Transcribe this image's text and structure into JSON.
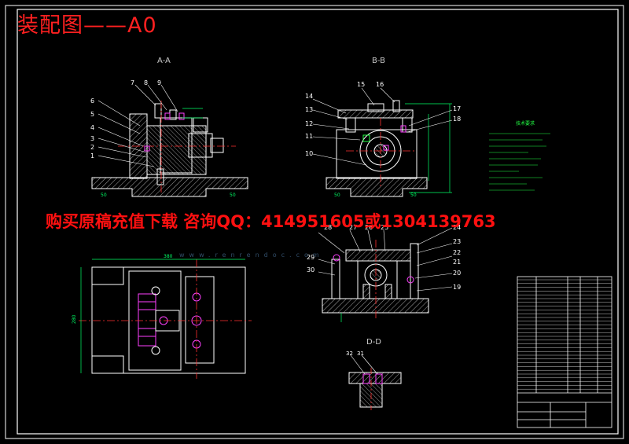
{
  "title": "装配图——A0",
  "ad_text": "购买原稿充值下载 咨询QQ：414951605或1304139763",
  "watermark_text": "www.renrendoc.com",
  "views": {
    "aa": "A-A",
    "bb": "B-B",
    "dd": "D-D"
  },
  "balloons": {
    "aa": [
      "1",
      "2",
      "3",
      "4",
      "5",
      "6",
      "7",
      "8",
      "9"
    ],
    "bb": [
      "10",
      "11",
      "12",
      "13",
      "14",
      "15",
      "16",
      "17",
      "18"
    ],
    "cc": [
      "19",
      "20",
      "21",
      "22",
      "23",
      "24",
      "25",
      "26",
      "27",
      "28",
      "29",
      "30"
    ],
    "dd": [
      "31",
      "32"
    ]
  },
  "dimensions": {
    "aa_left": "50",
    "aa_right": "50",
    "bb_left": "50",
    "bb_right": "50",
    "plan_width": "380",
    "plan_height": "280"
  },
  "notes_title": "技术要求",
  "colors": {
    "background": "#000000",
    "outline": "#ffffff",
    "hatch": "#ffffff",
    "centerline": "#ff3030",
    "dimension": "#00ff66",
    "highlight": "#ff40ff",
    "title_red": "#ff2020"
  }
}
